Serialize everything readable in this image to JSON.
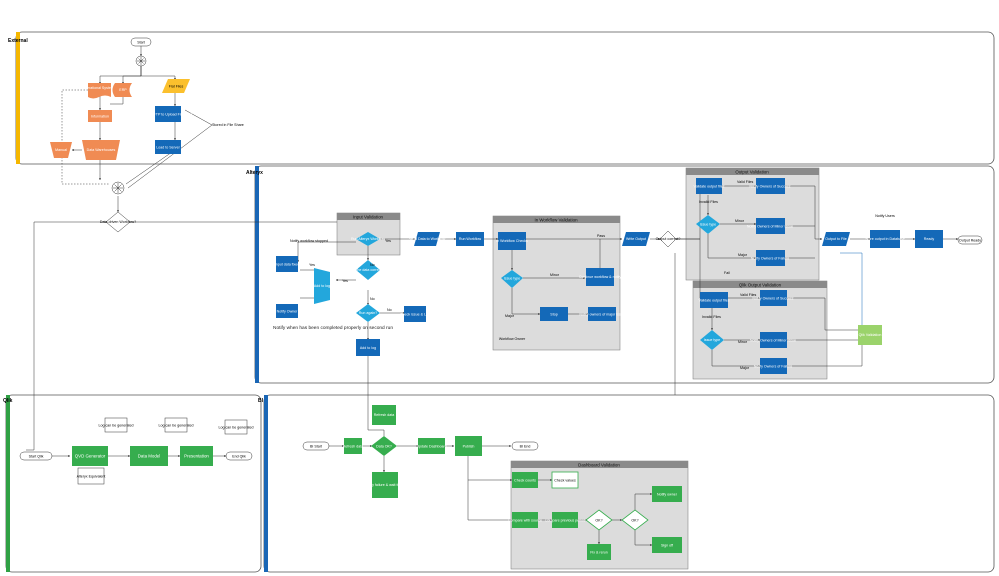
{
  "diagram": {
    "lanes": {
      "external": "External",
      "alteryx": "Alteryx",
      "qlik": "Qlik",
      "bi": "BI"
    },
    "groups": {
      "input_validation": "Input Validation",
      "in_workflow_validation": "In Workflow Validation",
      "output_validation": "Output Validation",
      "qlik_output_validation": "Qlik Output Validation",
      "dashboard_validation": "Dashboard Validation"
    },
    "external": {
      "start": "Start",
      "operational_systems": "Operational Systems",
      "erp": "ERP",
      "information": "Information",
      "data_warehouses": "Data Warehouses",
      "manual": "Manual",
      "flat_files": "Flat Files",
      "file_upload": "Use SFTP to Upload Flat Files",
      "load_to_server": "Load to Server",
      "stored": "Stored in File Share"
    },
    "alteryx": {
      "data_driven": "Data-driven Workflow?",
      "kicks_off": "Run Alteryx Workflow",
      "notify_workflow_stopped": "Notify workflow stopped",
      "input_check": "Is the data correct?",
      "input_data_fix": "Input data fixed",
      "notify_owner": "Notify Owner",
      "run_again": "Run again?",
      "yes": "Yes",
      "no": "No",
      "notify_note": "Notify when has been completed properly on second run",
      "add_to_log": "Add to log",
      "check_issue": "Check issue & Log",
      "send_data": "Send Data to Workflow",
      "run_workflow": "Run Workflow",
      "in_workflow_check": "In Workflow Checks",
      "pass": "Pass",
      "issue_type": "Issue type",
      "minor": "Minor",
      "major": "Major",
      "continue_workflow": "Continue workflow & notify",
      "stop": "Stop",
      "notify_major": "Notify owners of major issue",
      "workflow_owner": "Workflow Owner",
      "write_output": "Write Output",
      "output_check": "Output correct?",
      "output_to_file": "Output to File",
      "valid_files": "Valid Files",
      "invalid_files": "Invalid Files",
      "fail": "Fail",
      "output_validation_step": "Validate output files",
      "notify_ok": "Notify Owners of Success",
      "notify_minor": "Notify Owners of Minor Issue",
      "notify_fail": "Notify Owners of Failure",
      "qlik_valid": "Qlik Validation",
      "stored_output": "Store output in Database",
      "notify_users": "Notify Users",
      "ready": "Ready",
      "output_ready": "Output Ready"
    },
    "qlik": {
      "start": "Start Qlik",
      "qvd_generator": "QVD Generator",
      "data_model": "Data Model",
      "presentation": "Presentation",
      "log_1": "Log can be generated",
      "log_2": "Log can be generated",
      "log_3": "Log can be generated",
      "alteryx_equivalent": "Alteryx Equivalent",
      "end": "End Qlik"
    },
    "bi": {
      "start": "BI Start",
      "refresh": "Refresh data",
      "check": "Data OK?",
      "dashboard": "Update Dashboard",
      "notify_fail": "Notify failure & wait for fix",
      "publish": "Publish",
      "end": "BI End",
      "check_counts": "Check counts",
      "check_values": "Check values",
      "compare": "Compare with source",
      "compare_2": "Compare previous period",
      "ok": "OK?",
      "ok_2": "OK?",
      "note_ok": "Notify owner",
      "note_fix": "Fix & rerun",
      "note_end": "Sign off"
    }
  },
  "colors": {
    "orange": "#f08b53",
    "yellow": "#fbc02d",
    "blue": "#1469b8",
    "aqua": "#23a7dc",
    "green": "#36ad4e",
    "lightgreen": "#9bd36b",
    "lane_external": "#f5b700",
    "lane_alteryx": "#1a66b5",
    "lane_qlik": "#2fa044",
    "lane_bi": "#1a66b5",
    "group_bg": "#dcdcdc",
    "group_header": "#8a8a8a"
  }
}
